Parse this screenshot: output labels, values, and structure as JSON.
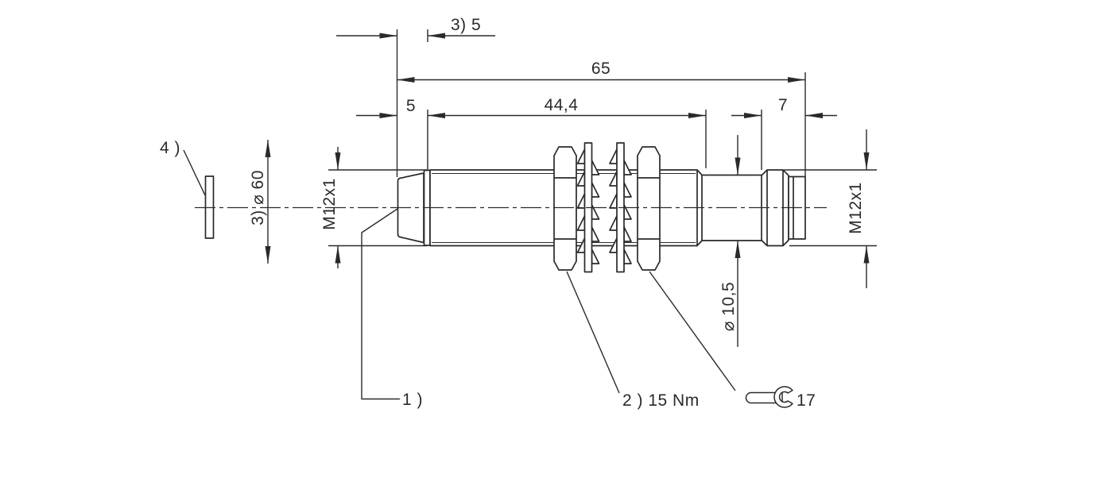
{
  "drawing": {
    "ink": "#2a2a2a",
    "dims": {
      "sn_top": "3) 5",
      "overall": "65",
      "tip": "5",
      "body": "44,4",
      "connector": "7",
      "thread_front": "M12x1",
      "thread_rear": "M12x1",
      "target_dia": "3) ⌀ 60",
      "neck_dia": "⌀ 10,5"
    },
    "callouts": {
      "note1": "1 )",
      "note2_torque": "2 ) 15 Nm",
      "note4": "4 )",
      "wrench_size": "17"
    }
  }
}
